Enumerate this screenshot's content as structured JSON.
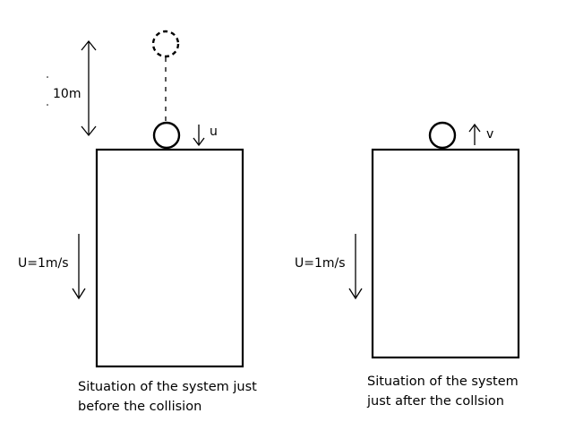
{
  "labels": {
    "height": "10m",
    "ball_speed_before": "u",
    "ball_speed_after": "v",
    "block_speed_before": "U=1m/s",
    "block_speed_after": "U=1m/s"
  },
  "captions": {
    "before": [
      "Situation of the system just",
      "before the collision"
    ],
    "after": [
      "Situation of the system",
      "just after the collsion"
    ]
  },
  "colors": {
    "ink": "#000000",
    "background": "#ffffff"
  }
}
